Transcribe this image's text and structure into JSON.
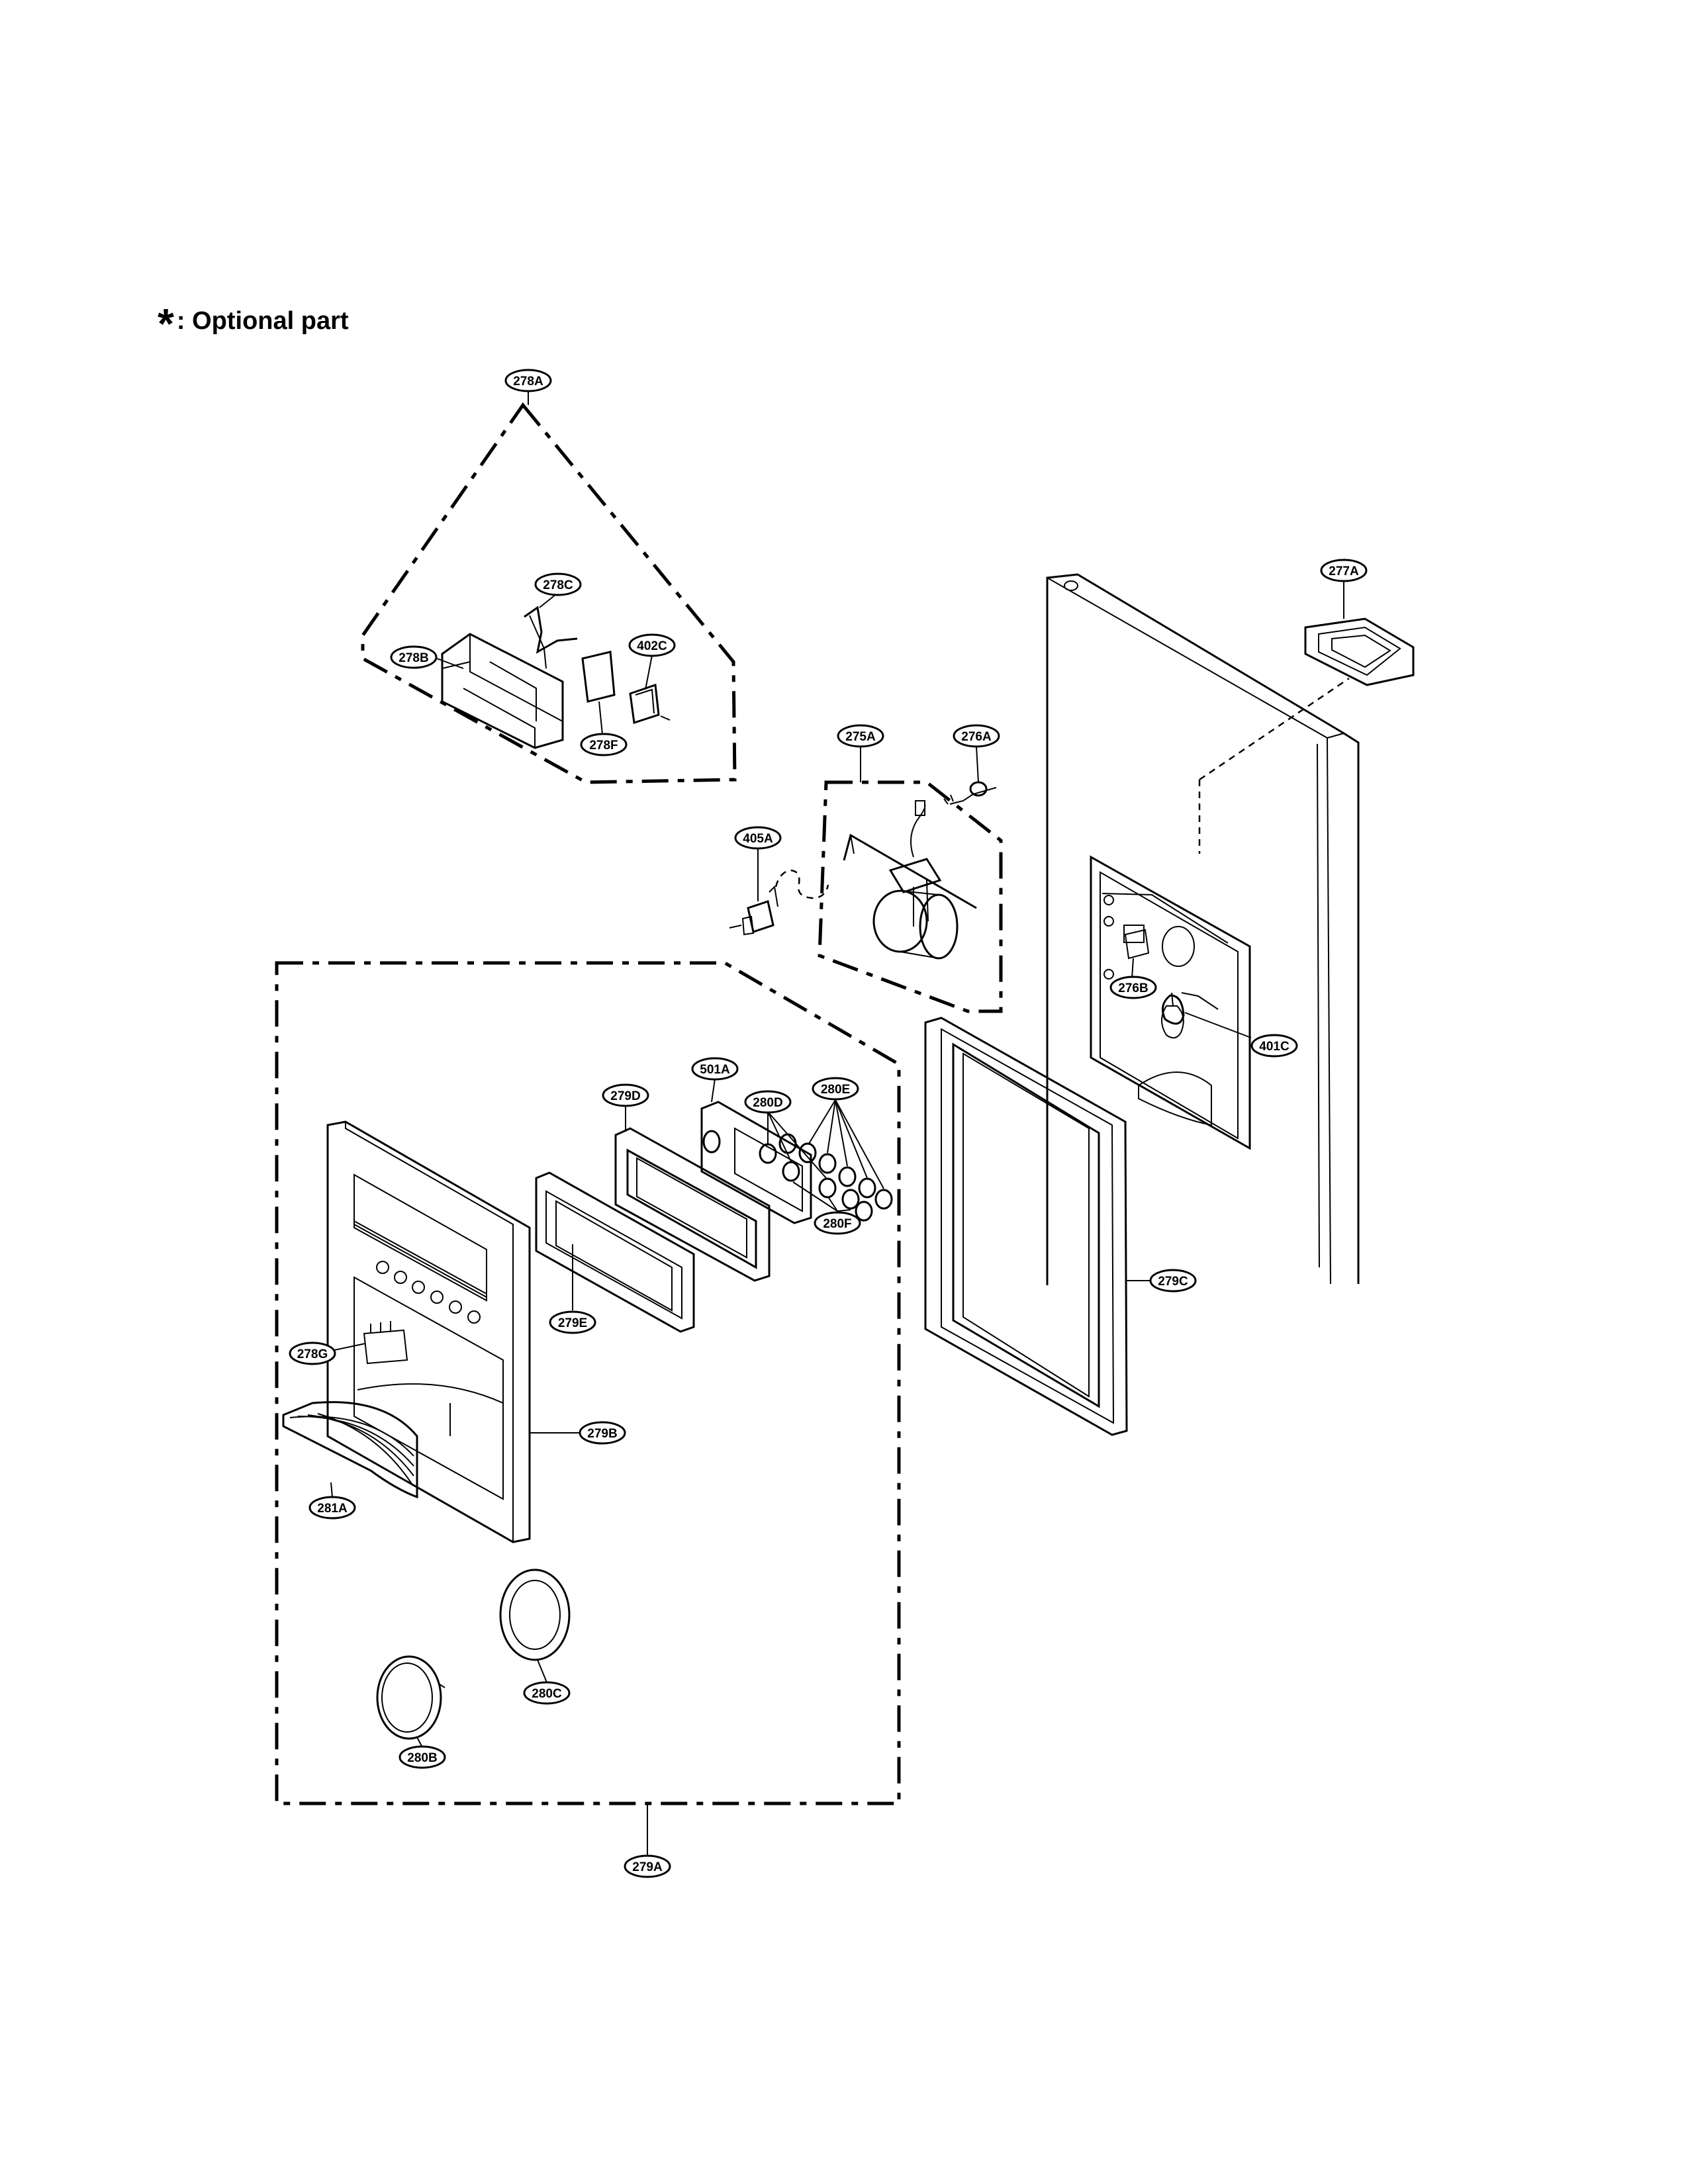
{
  "legend": {
    "symbol": "*",
    "text": ": Optional part"
  },
  "labels": {
    "l278A": "278A",
    "l278C": "278C",
    "l402C": "402C",
    "l278B": "278B",
    "l278F": "278F",
    "l277A": "277A",
    "l275A": "275A",
    "l276A": "276A",
    "l405A": "405A",
    "l276B": "276B",
    "l401C": "401C",
    "l280D": "280D",
    "l501A": "501A",
    "l280E": "280E",
    "l279D": "279D",
    "l280F": "280F",
    "l279E": "279E",
    "l278G": "278G",
    "l279C": "279C",
    "l279B": "279B",
    "l281A": "281A",
    "l280C": "280C",
    "l280B": "280B",
    "l279A": "279A"
  }
}
